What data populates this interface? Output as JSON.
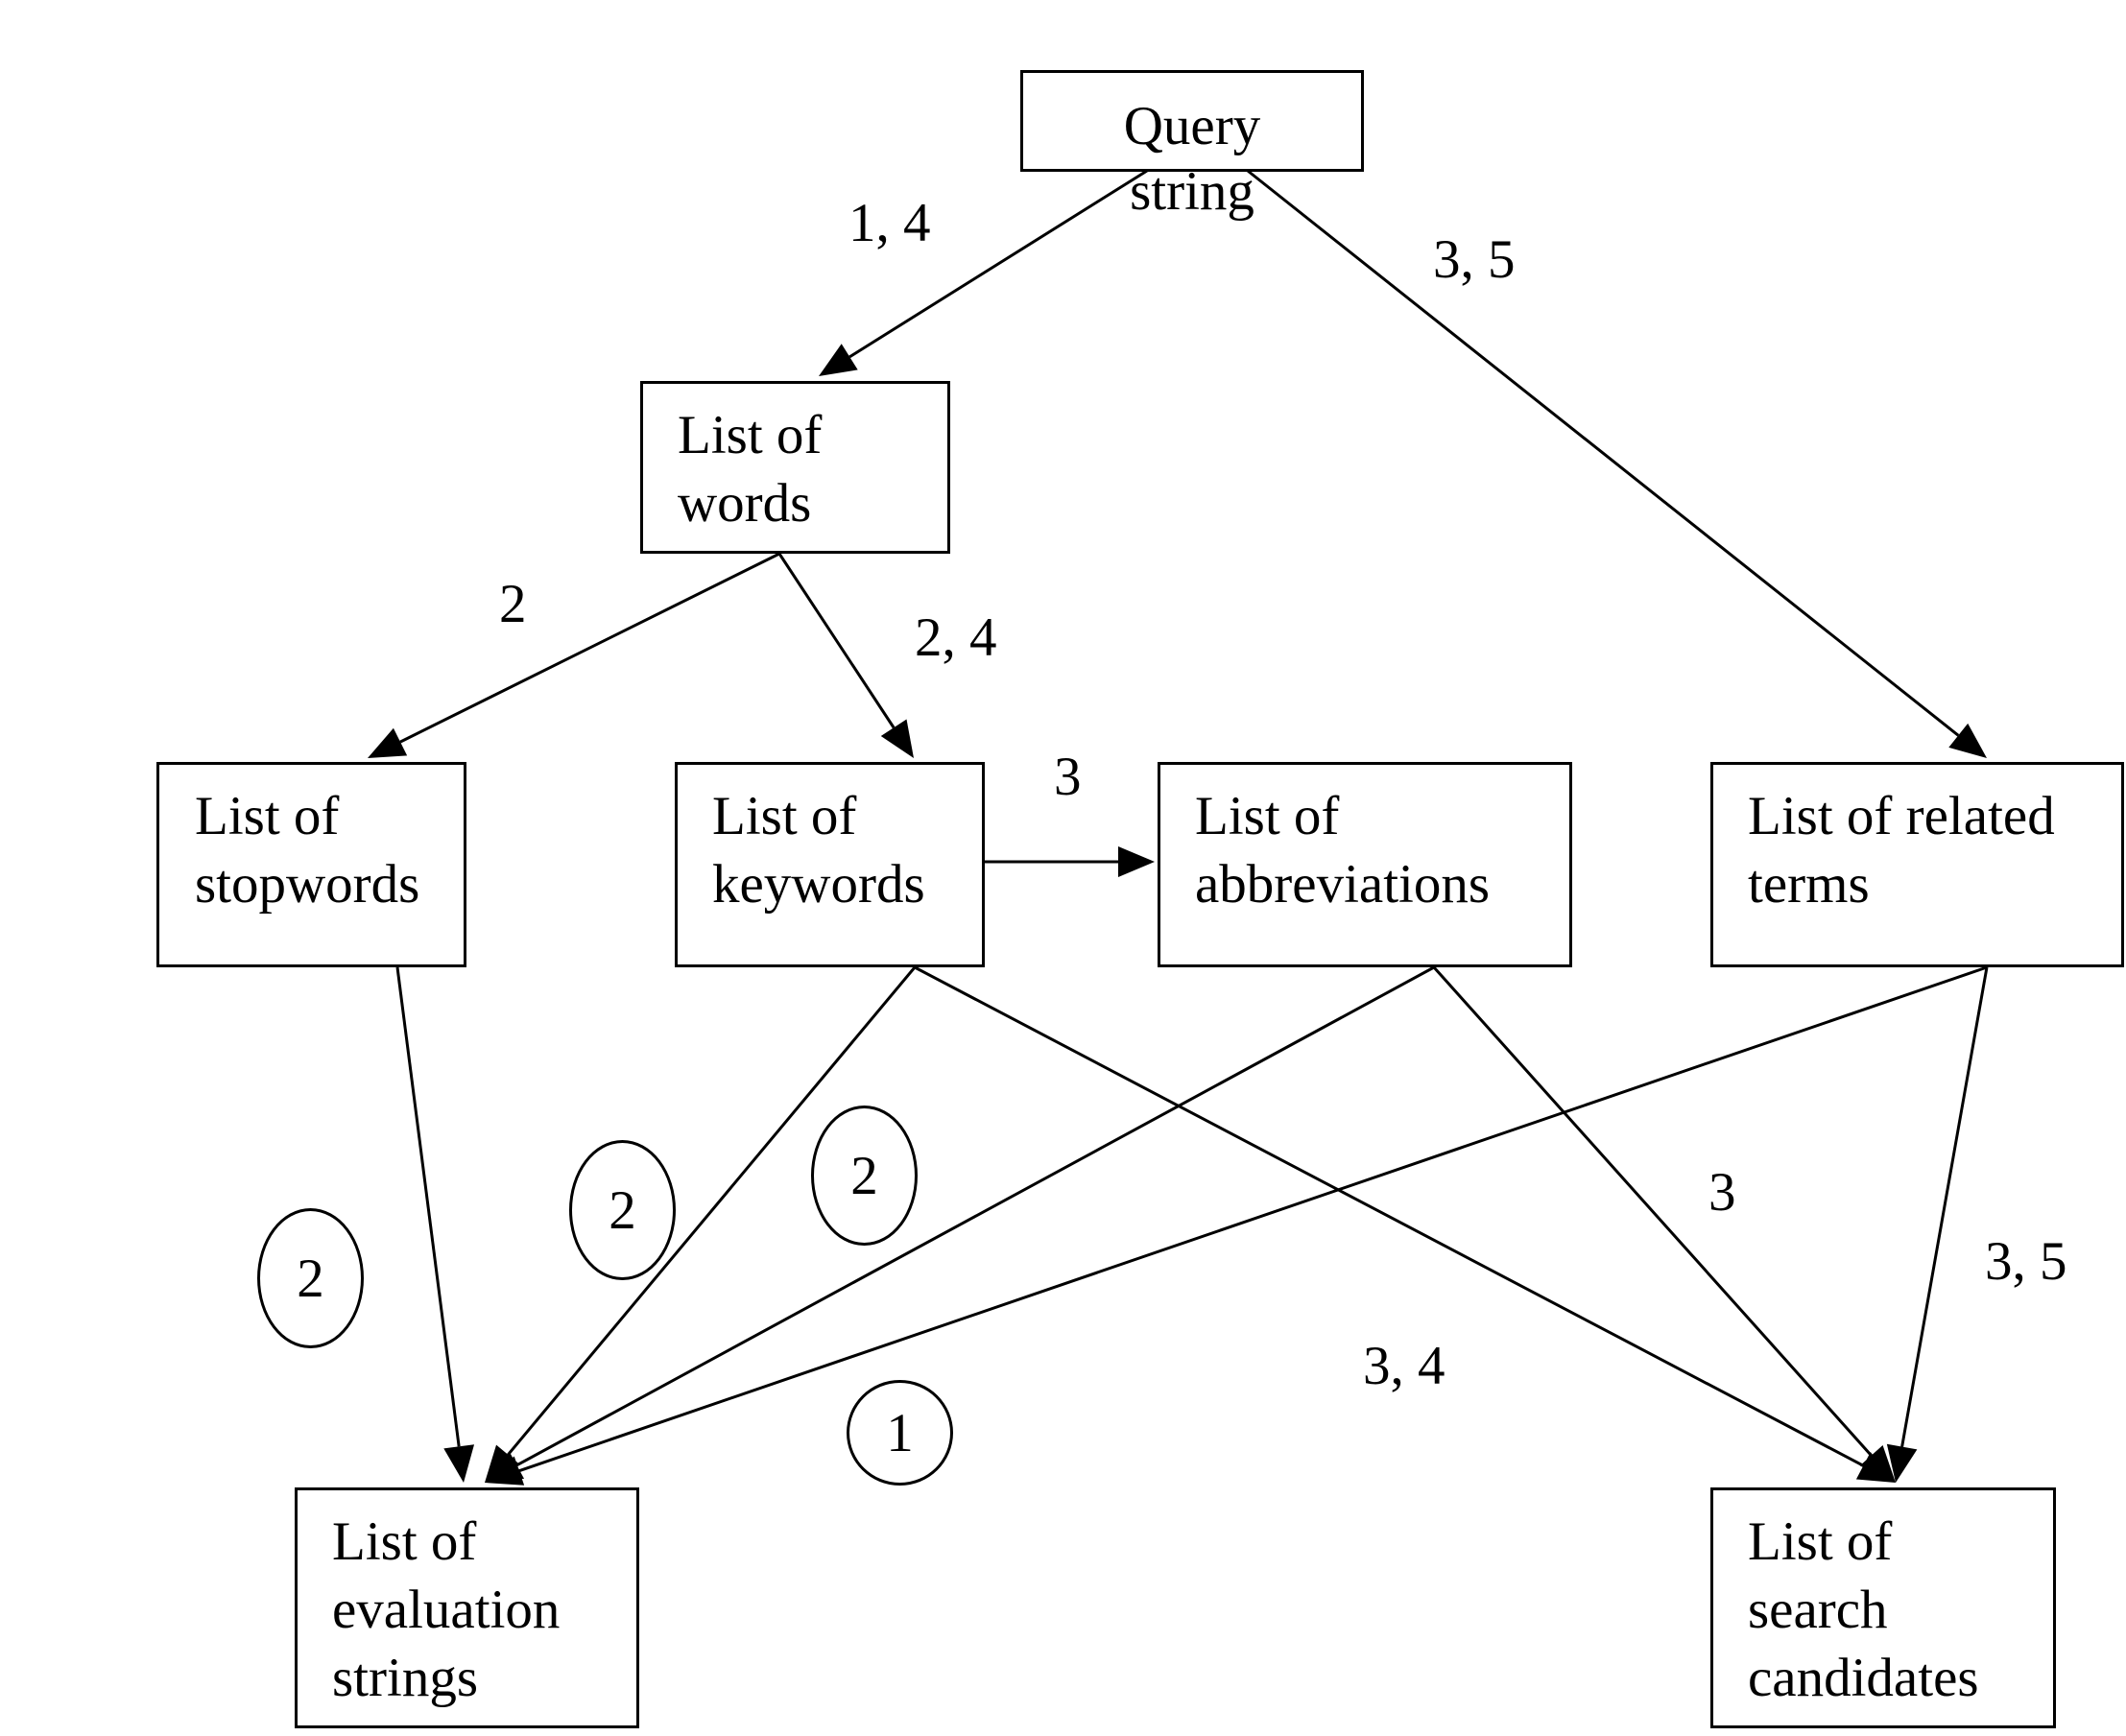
{
  "nodes": {
    "query": {
      "lines": [
        "Query",
        "string"
      ]
    },
    "words": {
      "lines": [
        "List of",
        "words"
      ]
    },
    "stopwords": {
      "lines": [
        "List of",
        "stopwords"
      ]
    },
    "keywords": {
      "lines": [
        "List of",
        "keywords"
      ]
    },
    "abbreviations": {
      "lines": [
        "List of",
        "abbreviations"
      ]
    },
    "related": {
      "lines": [
        "List of related",
        "terms"
      ]
    },
    "evaluation": {
      "lines": [
        "List of",
        "evaluation",
        "strings"
      ]
    },
    "search": {
      "lines": [
        "List of",
        "search",
        "candidates"
      ]
    }
  },
  "edges": [
    {
      "from": "query",
      "to": "words",
      "label": "1, 4"
    },
    {
      "from": "query",
      "to": "related",
      "label": "3, 5"
    },
    {
      "from": "words",
      "to": "stopwords",
      "label": "2"
    },
    {
      "from": "words",
      "to": "keywords",
      "label": "2, 4"
    },
    {
      "from": "keywords",
      "to": "abbreviations",
      "label": "3"
    },
    {
      "from": "stopwords",
      "to": "evaluation",
      "label": "2",
      "circled": true
    },
    {
      "from": "keywords",
      "to": "evaluation",
      "label": "2",
      "circled": true
    },
    {
      "from": "abbreviations",
      "to": "evaluation",
      "label": "2",
      "circled": true
    },
    {
      "from": "related",
      "to": "evaluation",
      "label": "1",
      "circled": true
    },
    {
      "from": "keywords",
      "to": "search",
      "label": "3, 4"
    },
    {
      "from": "abbreviations",
      "to": "search",
      "label": "3"
    },
    {
      "from": "related",
      "to": "search",
      "label": "3, 5"
    }
  ]
}
